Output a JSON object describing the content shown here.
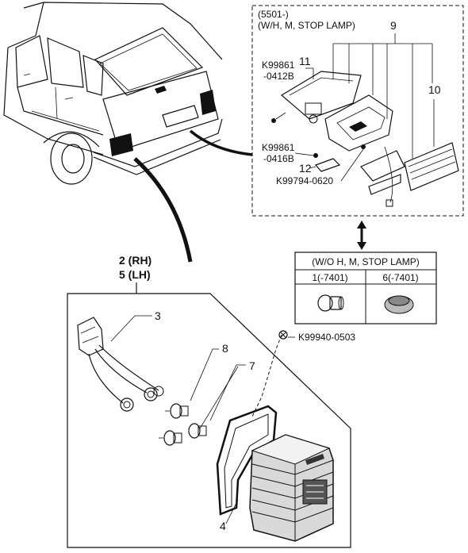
{
  "inset_top": {
    "serial": "(5501-)",
    "variant": "(W/H, M, STOP LAMP)",
    "callouts": {
      "c9": "9",
      "c10": "10",
      "c11": "11",
      "c12": "12",
      "k1": "K99861",
      "k1b": "-0412B",
      "k2": "K99861",
      "k2b": "-0416B",
      "k3": "K99794-0620"
    }
  },
  "alt_table": {
    "header": "(W/O H, M, STOP LAMP)",
    "col1": "1(-7401)",
    "col2": "6(-7401)"
  },
  "main": {
    "rh": "2 (RH)",
    "lh": "5 (LH)",
    "c3": "3",
    "c4": "4",
    "c7": "7",
    "c8": "8",
    "screw": "K99940-0503"
  }
}
